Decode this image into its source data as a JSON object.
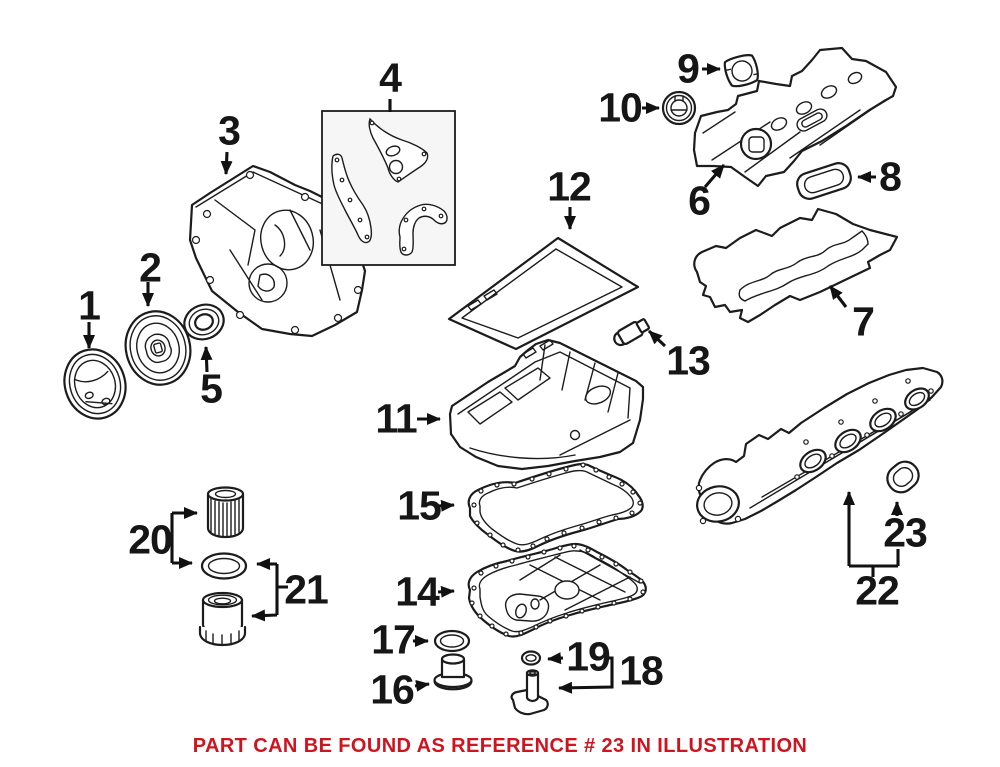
{
  "diagram": {
    "callouts": {
      "c1": "1",
      "c2": "2",
      "c3": "3",
      "c4": "4",
      "c5": "5",
      "c6": "6",
      "c7": "7",
      "c8": "8",
      "c9": "9",
      "c10": "10",
      "c11": "11",
      "c12": "12",
      "c13": "13",
      "c14": "14",
      "c15": "15",
      "c16": "16",
      "c17": "17",
      "c18": "18",
      "c19": "19",
      "c20": "20",
      "c21": "21",
      "c22": "22",
      "c23": "23"
    },
    "caption": {
      "text": "PART CAN BE FOUND AS REFERENCE # 23 IN ILLUSTRATION",
      "color": "#cf141f"
    },
    "colors": {
      "line": "#1c1c1c",
      "background": "#ffffff",
      "inset_box_fill": "#f6f6f6",
      "caption_red": "#cf141f"
    }
  }
}
